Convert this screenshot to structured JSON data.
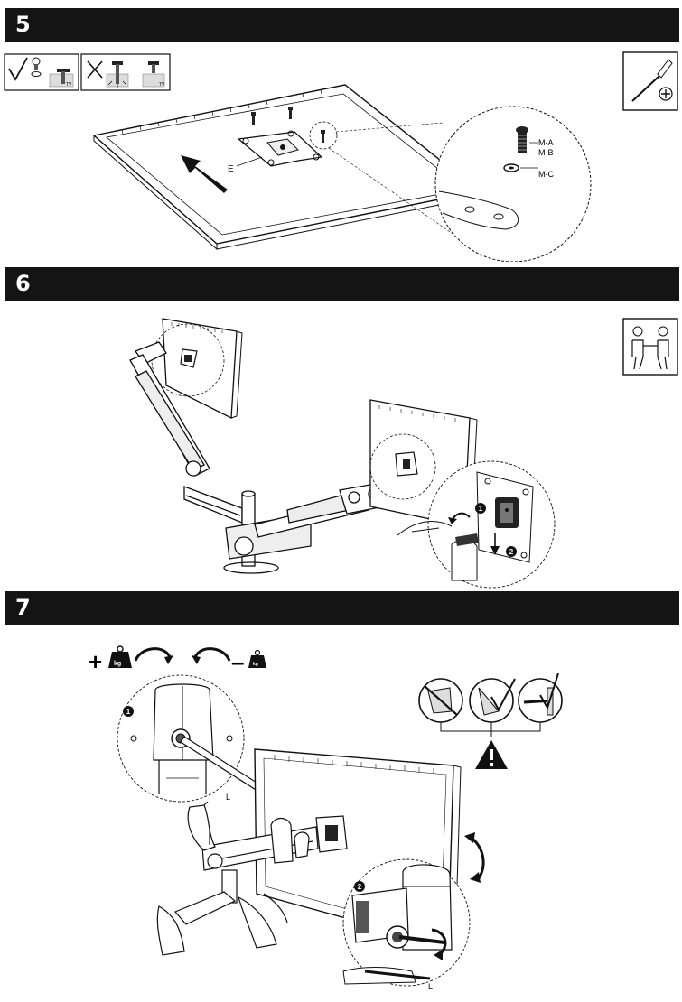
{
  "steps": [
    {
      "number": "5"
    },
    {
      "number": "6"
    },
    {
      "number": "7"
    }
  ],
  "step5": {
    "callout_labels": {
      "bolt_a": "M-A",
      "bolt_b": "M-B",
      "washer": "M-C"
    },
    "plate_label": "E",
    "tool_icon": "screwdriver-phillips-icon",
    "correct_icon": "check-icon",
    "wrong_icon": "cross-icon",
    "tv_tag": "TV"
  },
  "step6": {
    "people_icon": "two-person-lift-icon",
    "step_markers": [
      "1",
      "2"
    ]
  },
  "step7": {
    "weight_label": "kg",
    "plus_sign": "+",
    "minus_sign": "–",
    "step_markers": [
      "1",
      "2"
    ],
    "allen_key_label": "L",
    "warning_icon": "warning-triangle-icon"
  },
  "colors": {
    "bar": "#141414",
    "line": "#1a1a1a",
    "fill": "#ffffff"
  }
}
